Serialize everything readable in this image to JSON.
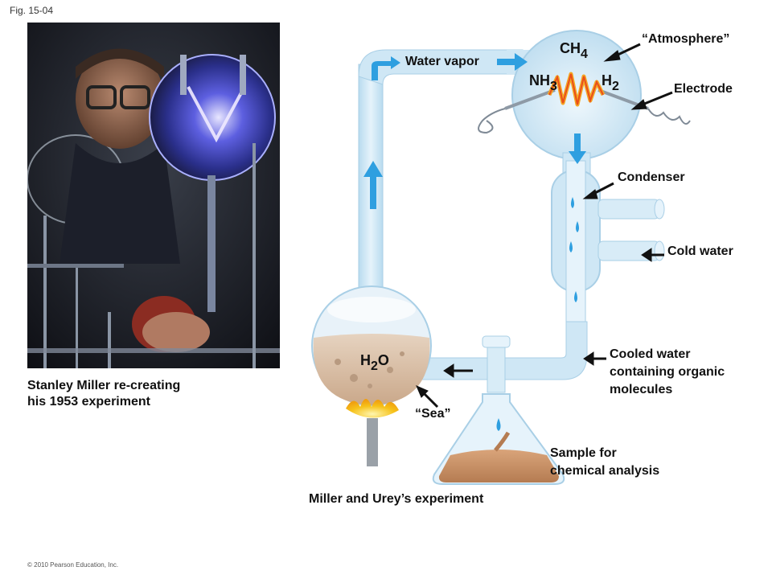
{
  "figure_label": "Fig. 15-04",
  "photo_caption": [
    "Stanley Miller re-creating",
    "his 1953 experiment"
  ],
  "diagram_title": "Miller and Urey’s experiment",
  "labels": {
    "atmosphere": "“Atmosphere”",
    "electrode": "Electrode",
    "water_vapor": "Water vapor",
    "condenser": "Condenser",
    "cold_water": "Cold water",
    "cooled_water": [
      "Cooled water",
      "containing organic",
      "molecules"
    ],
    "sea": "“Sea”",
    "sample": [
      "Sample for",
      "chemical analysis"
    ]
  },
  "chem": {
    "ch4": {
      "base": "CH",
      "sub": "4"
    },
    "nh3": {
      "base": "NH",
      "sub": "3"
    },
    "h2": {
      "base": "H",
      "sub": "2"
    },
    "h2o": {
      "base": "H",
      "sub": "2",
      "tail": "O"
    }
  },
  "copyright": "© 2010 Pearson Education, Inc.",
  "colors": {
    "glass": "#cfe7f5",
    "arrow_blue": "#2e9fe0",
    "sea_liquid": "#d9bfa6",
    "sample_liquid": "#c99468",
    "flame": "#f6c21a"
  }
}
